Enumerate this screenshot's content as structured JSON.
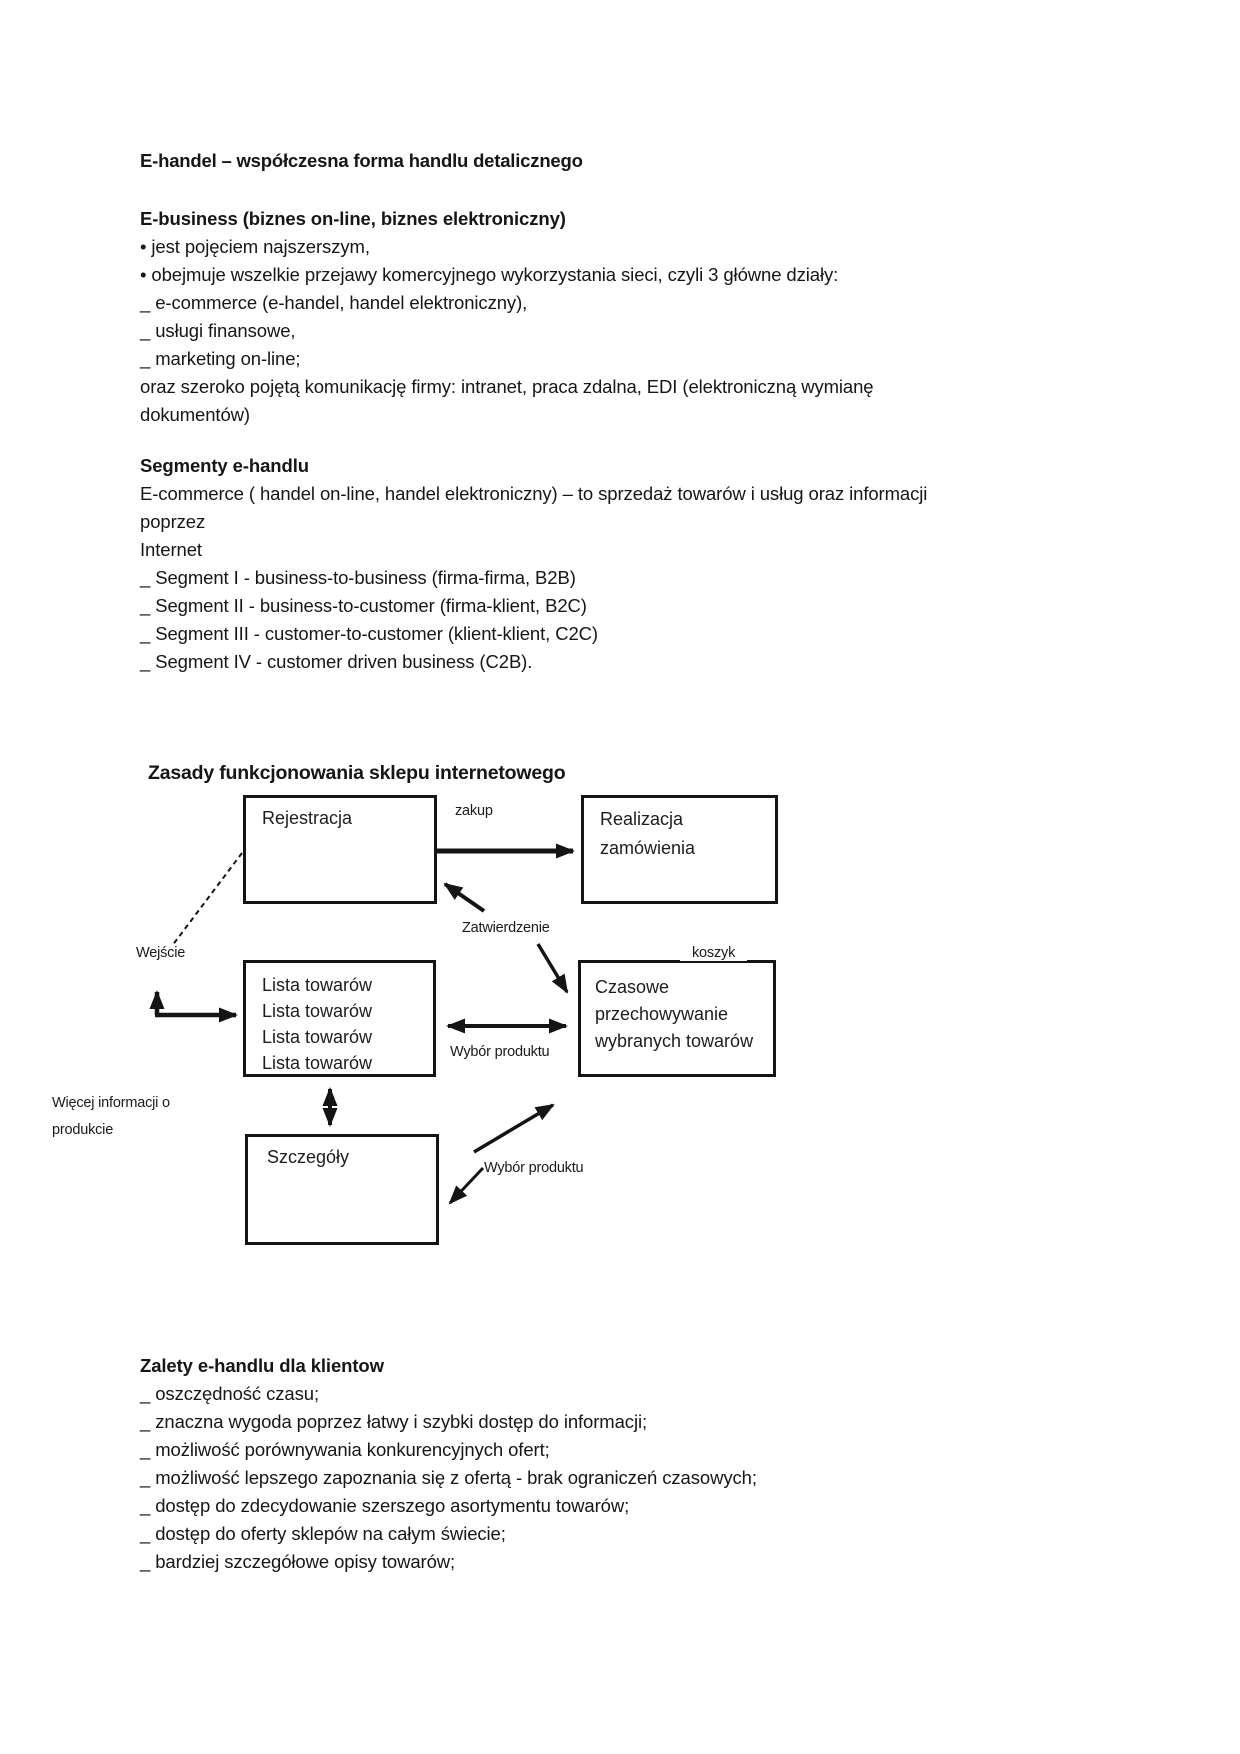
{
  "colors": {
    "page_bg": "#ffffff",
    "ink": "#161616"
  },
  "document": {
    "title": "E-handel – współczesna forma handlu detalicznego",
    "sections": [
      {
        "heading": "E-business (biznes on-line, biznes elektroniczny)",
        "lines": [
          "• jest pojęciem najszerszym,",
          "• obejmuje wszelkie przejawy komercyjnego wykorzystania sieci, czyli 3 główne działy:",
          "_ e-commerce (e-handel, handel elektroniczny),",
          "_ usługi finansowe,",
          "_ marketing on-line;",
          "oraz szeroko pojętą komunikację firmy: intranet, praca zdalna, EDI (elektroniczną wymianę",
          "dokumentów)"
        ]
      },
      {
        "heading": "Segmenty e-handlu",
        "lines": [
          "E-commerce ( handel on-line, handel elektroniczny) – to sprzedaż towarów i usług oraz informacji",
          "poprzez",
          "Internet",
          "_ Segment I - business-to-business (firma-firma, B2B)",
          "_ Segment II - business-to-customer (firma-klient, B2C)",
          "_ Segment III - customer-to-customer (klient-klient, C2C)",
          "_ Segment IV - customer driven business (C2B)."
        ]
      },
      {
        "heading": "Zalety e-handlu dla klientow",
        "lines": [
          "_ oszczędność czasu;",
          "_ znaczna wygoda poprzez łatwy i szybki dostęp do informacji;",
          "_ możliwość porównywania konkurencyjnych ofert;",
          "_ możliwość lepszego zapoznania się z ofertą - brak ograniczeń czasowych;",
          "_ dostęp do zdecydowanie szerszego asortymentu towarów;",
          "_ dostęp do oferty sklepów na całym świecie;",
          "_ bardziej szczegółowe opisy towarów;"
        ]
      }
    ]
  },
  "diagram": {
    "title": "Zasady funkcjonowania sklepu internetowego",
    "boxes": {
      "rejestracja": {
        "lines": [
          "Rejestracja"
        ]
      },
      "realizacja": {
        "lines": [
          "Realizacja",
          "zamówienia"
        ]
      },
      "lista_towarow": {
        "lines": [
          "Lista towarów",
          "Lista towarów",
          "Lista towarów",
          "Lista towarów"
        ]
      },
      "czasowe": {
        "lines": [
          "Czasowe",
          "przechowywanie",
          "wybranych towarów"
        ]
      },
      "szczegoly": {
        "lines": [
          "Szczegóły"
        ]
      }
    },
    "labels": {
      "zakup": "zakup",
      "zatwierdzenie": "Zatwierdzenie",
      "wejscie": "Wejście",
      "koszyk": "koszyk",
      "wybor_produktu_gora": "Wybór produktu",
      "wybor_produktu_dol": "Wybór produktu",
      "wiecej_informacji_1": "Więcej informacji o",
      "wiecej_informacji_2": "produkcie"
    },
    "connections": [
      {
        "from": "Rejestracja",
        "to": "Realizacja zamówienia",
        "label": "zakup"
      },
      {
        "from": "poniżej",
        "to": "Rejestracja",
        "label": "Zatwierdzenie"
      },
      {
        "from": "Wejście",
        "to": "Rejestracja",
        "style": "dashed"
      },
      {
        "from": "Wejście",
        "to": "Lista towarów"
      },
      {
        "from": "Lista towarów",
        "to": "Czasowe przechowywanie wybranych towarów",
        "label": "Wybór produktu",
        "style": "double"
      },
      {
        "from": "Zatwierdzenie",
        "to": "Czasowe przechowywanie wybranych towarów",
        "label": "koszyk"
      },
      {
        "from": "Lista towarów",
        "to": "Szczegóły",
        "style": "double"
      },
      {
        "from": "Szczegóły",
        "to": "Czasowe przechowywanie wybranych towarów",
        "label": "Wybór produktu"
      }
    ]
  }
}
